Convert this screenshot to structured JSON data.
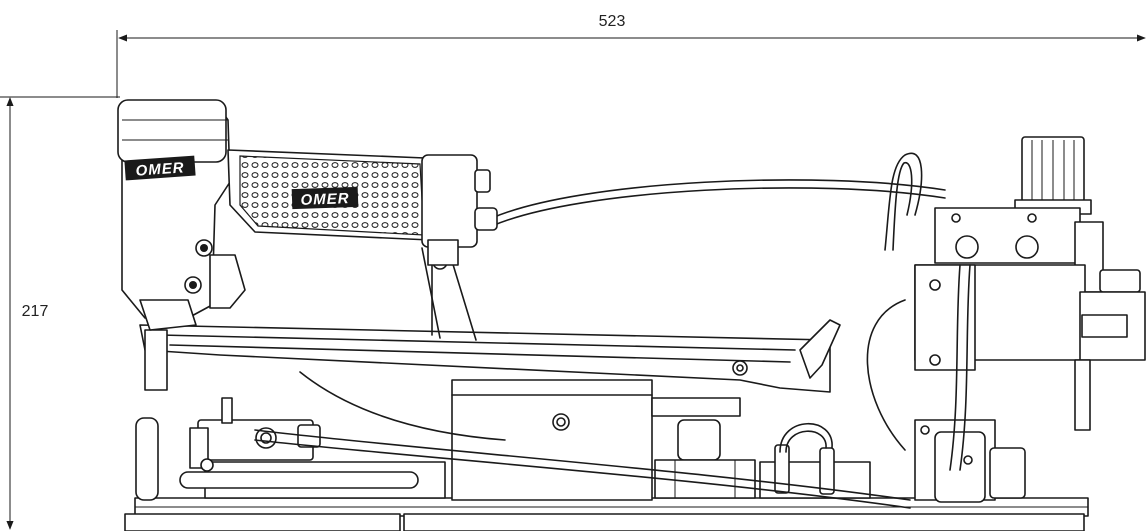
{
  "dimensions": {
    "width_label": "523",
    "height_label": "217"
  },
  "branding": {
    "logo_text_head": "OMER",
    "logo_text_grip": "OMER"
  },
  "components": {
    "tool_icon": "pneumatic-stapler-tool",
    "regulator_icon": "air-pressure-regulator",
    "valve_icon": "pneumatic-valve-block",
    "base_icon": "base-plate"
  }
}
